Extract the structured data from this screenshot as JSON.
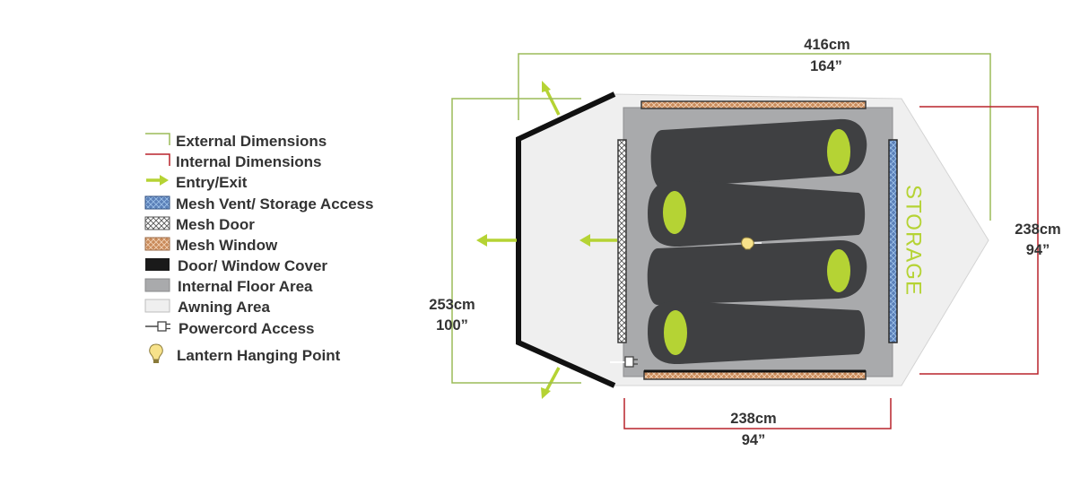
{
  "legend": {
    "items": [
      {
        "label": "External Dimensions",
        "icon": "external-dimension-bracket-icon"
      },
      {
        "label": "Internal Dimensions",
        "icon": "internal-dimension-bracket-icon"
      },
      {
        "label": "Entry/Exit",
        "icon": "entry-exit-arrow-icon"
      },
      {
        "label": "Mesh Vent/ Storage Access",
        "icon": "mesh-vent-swatch-icon"
      },
      {
        "label": "Mesh Door",
        "icon": "mesh-door-swatch-icon"
      },
      {
        "label": "Mesh Window",
        "icon": "mesh-window-swatch-icon"
      },
      {
        "label": "Door/ Window Cover",
        "icon": "door-window-cover-swatch-icon"
      },
      {
        "label": "Internal Floor Area",
        "icon": "internal-floor-swatch-icon"
      },
      {
        "label": "Awning Area",
        "icon": "awning-area-swatch-icon"
      },
      {
        "label": "Powercord Access",
        "icon": "powercord-plug-icon"
      },
      {
        "label": "Lantern Hanging Point",
        "icon": "lantern-bulb-icon"
      }
    ]
  },
  "dimensions": {
    "external_length": {
      "metric": "416cm",
      "imperial": "164”"
    },
    "external_width": {
      "metric": "253cm",
      "imperial": "100”"
    },
    "internal_width": {
      "metric": "238cm",
      "imperial": "94”"
    },
    "internal_length": {
      "metric": "238cm",
      "imperial": "94”"
    }
  },
  "storage_label": "STORAGE",
  "colors": {
    "external": "#9bbb59",
    "internal": "#b8242c",
    "arrow": "#b5d334",
    "mesh_vent": "#5a7fb8",
    "mesh_window": "#c98a5a",
    "cover": "#1a1a1a",
    "floor": "#a9aaac",
    "awning": "#efefef",
    "sleeping_bag": "#3f4042",
    "pillow": "#b5d334"
  }
}
